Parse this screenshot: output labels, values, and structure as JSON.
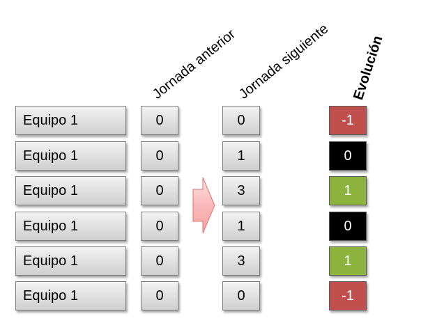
{
  "headers": {
    "previous": "Jornada anterior",
    "next": "Jornada siguiente",
    "evolution": "Evolución"
  },
  "rows": [
    {
      "team": "Equipo 1",
      "previous": "0",
      "next": "0",
      "evolution": "-1",
      "evolution_color": "#c0504d"
    },
    {
      "team": "Equipo 1",
      "previous": "0",
      "next": "1",
      "evolution": "0",
      "evolution_color": "#000000"
    },
    {
      "team": "Equipo 1",
      "previous": "0",
      "next": "3",
      "evolution": "1",
      "evolution_color": "#8db33f"
    },
    {
      "team": "Equipo 1",
      "previous": "0",
      "next": "1",
      "evolution": "0",
      "evolution_color": "#000000"
    },
    {
      "team": "Equipo 1",
      "previous": "0",
      "next": "3",
      "evolution": "1",
      "evolution_color": "#8db33f"
    },
    {
      "team": "Equipo 1",
      "previous": "0",
      "next": "0",
      "evolution": "-1",
      "evolution_color": "#c0504d"
    }
  ],
  "colors": {
    "arrow_fill": "#f9b8b8",
    "arrow_stroke": "#e07070"
  }
}
